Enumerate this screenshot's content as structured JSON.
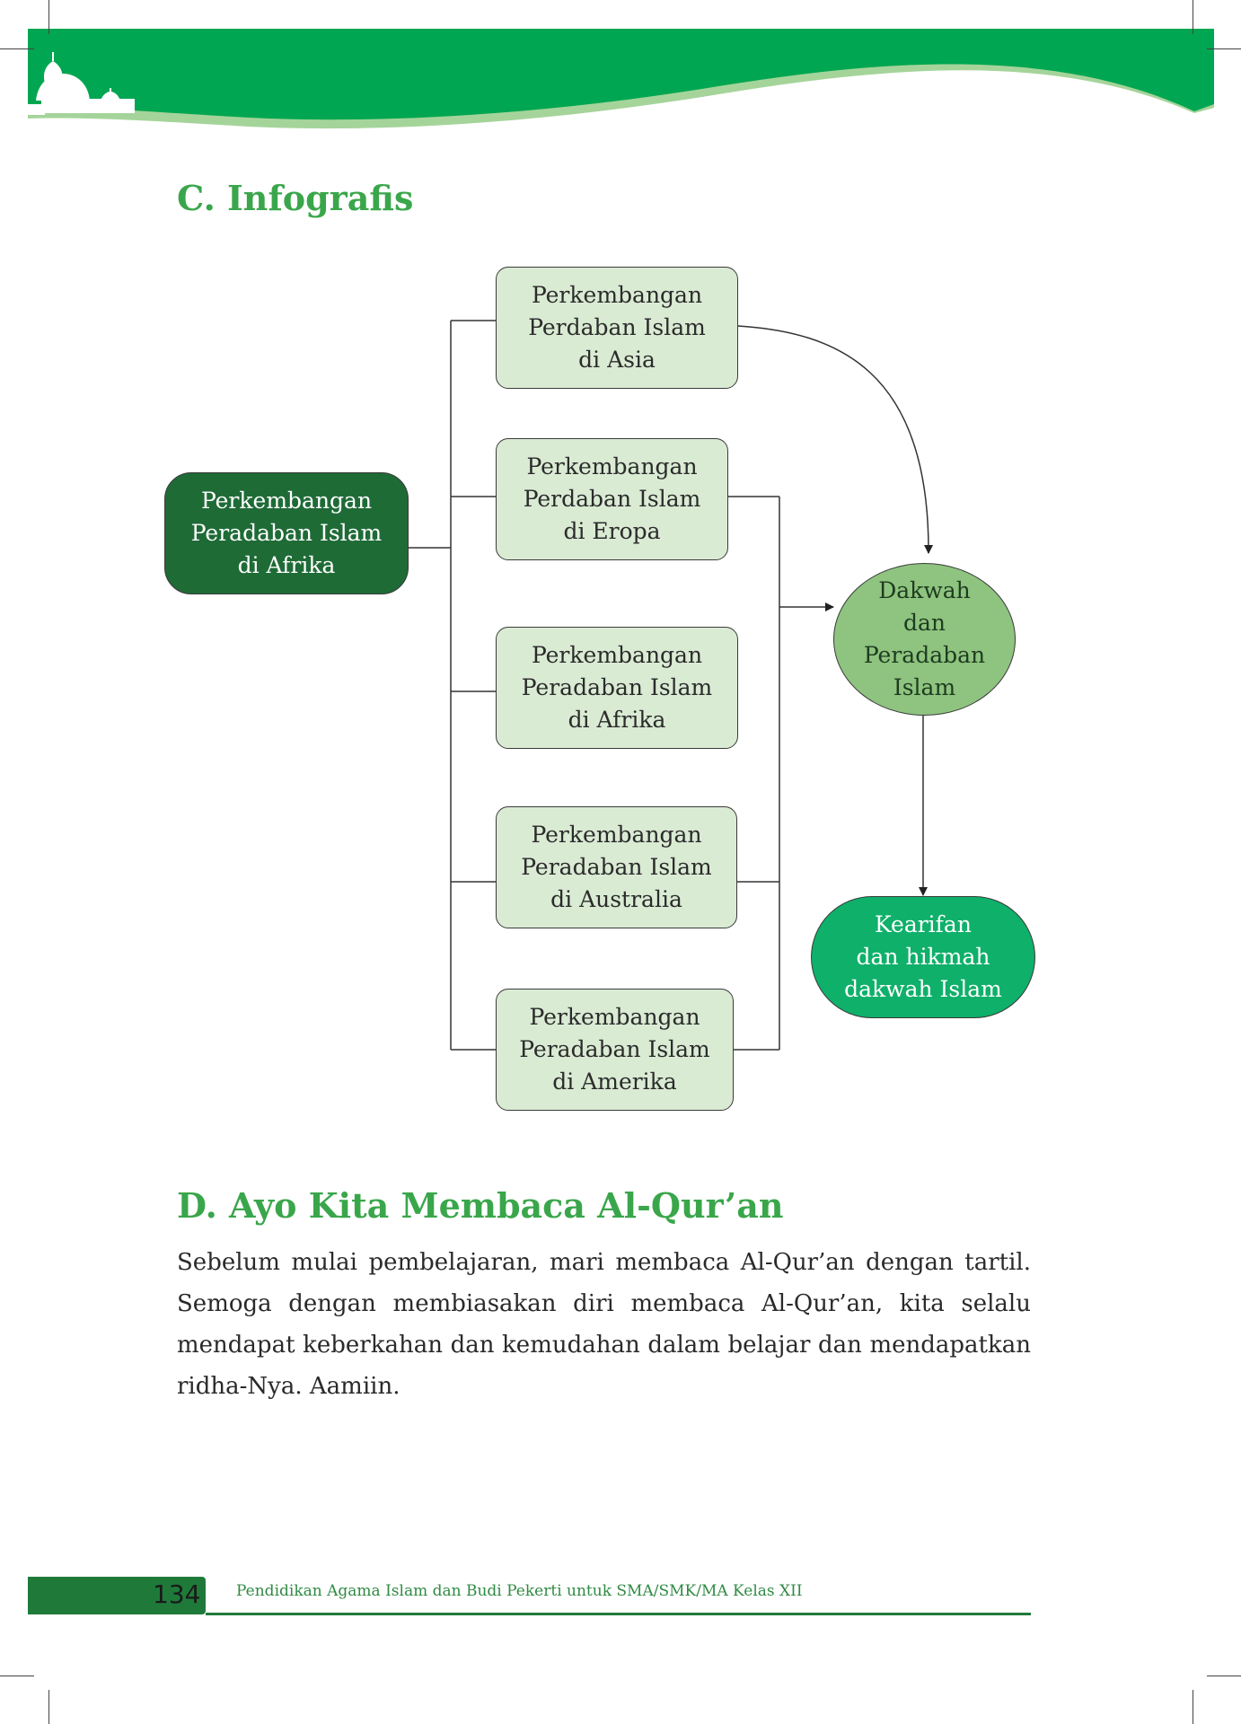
{
  "colors": {
    "header_green": "#00a651",
    "header_light": "#a5d49a",
    "heading_green": "#3aa64b",
    "light_box_fill": "#daebd4",
    "dark_box_fill": "#1e6b36",
    "circle_fill": "#8ec47f",
    "pill_fill": "#0fb06a",
    "footer_green": "#1f7a3a"
  },
  "header": {
    "ornament_icon": "mosque-domes-icon"
  },
  "sections": {
    "infografis_heading": "C. Infografis",
    "membaca_heading": "D. Ayo Kita Membaca Al-Qur’an"
  },
  "diagram": {
    "source_node": [
      "Perkembangan",
      "Peradaban Islam",
      "di Afrika"
    ],
    "branches": [
      [
        "Perkembangan",
        "Perdaban Islam",
        "di Asia"
      ],
      [
        "Perkembangan",
        "Perdaban Islam",
        "di Eropa"
      ],
      [
        "Perkembangan",
        "Peradaban Islam",
        "di Afrika"
      ],
      [
        "Perkembangan",
        "Peradaban Islam",
        "di Australia"
      ],
      [
        "Perkembangan",
        "Peradaban Islam",
        "di Amerika"
      ]
    ],
    "center_node": [
      "Dakwah",
      "dan",
      "Peradaban",
      "Islam"
    ],
    "result_node": [
      "Kearifan",
      "dan hikmah",
      "dakwah Islam"
    ]
  },
  "body": {
    "paragraph": "Sebelum mulai pembelajaran, mari membaca Al-Qur’an dengan tartil. Semoga dengan membiasakan diri membaca Al-Qur’an, kita selalu mendapat keberkahan dan kemudahan dalam belajar dan mendapatkan ridha-Nya. Aamiin."
  },
  "footer": {
    "page_number": "134",
    "book_title": "Pendidikan Agama Islam dan Budi Pekerti untuk SMA/SMK/MA Kelas XII"
  }
}
